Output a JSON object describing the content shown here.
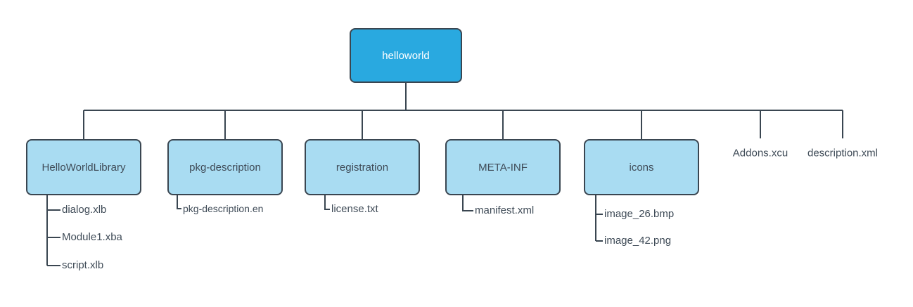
{
  "diagram": {
    "root": {
      "label": "helloworld"
    },
    "children": [
      {
        "label": "HelloWorldLibrary",
        "files": [
          "dialog.xlb",
          "Module1.xba",
          "script.xlb"
        ]
      },
      {
        "label": "pkg-description",
        "files": [
          "pkg-description.en"
        ]
      },
      {
        "label": "registration",
        "files": [
          "license.txt"
        ]
      },
      {
        "label": "META-INF",
        "files": [
          "manifest.xml"
        ]
      },
      {
        "label": "icons",
        "files": [
          "image_26.bmp",
          "image_42.png"
        ]
      }
    ],
    "plain_items": [
      "Addons.xcu",
      "description.xml"
    ]
  },
  "colors": {
    "root_fill": "#29a9e0",
    "root_text": "#ffffff",
    "child_fill": "#a9dcf2",
    "stroke": "#3a4651",
    "text": "#3f4b57",
    "background": "#ffffff"
  }
}
